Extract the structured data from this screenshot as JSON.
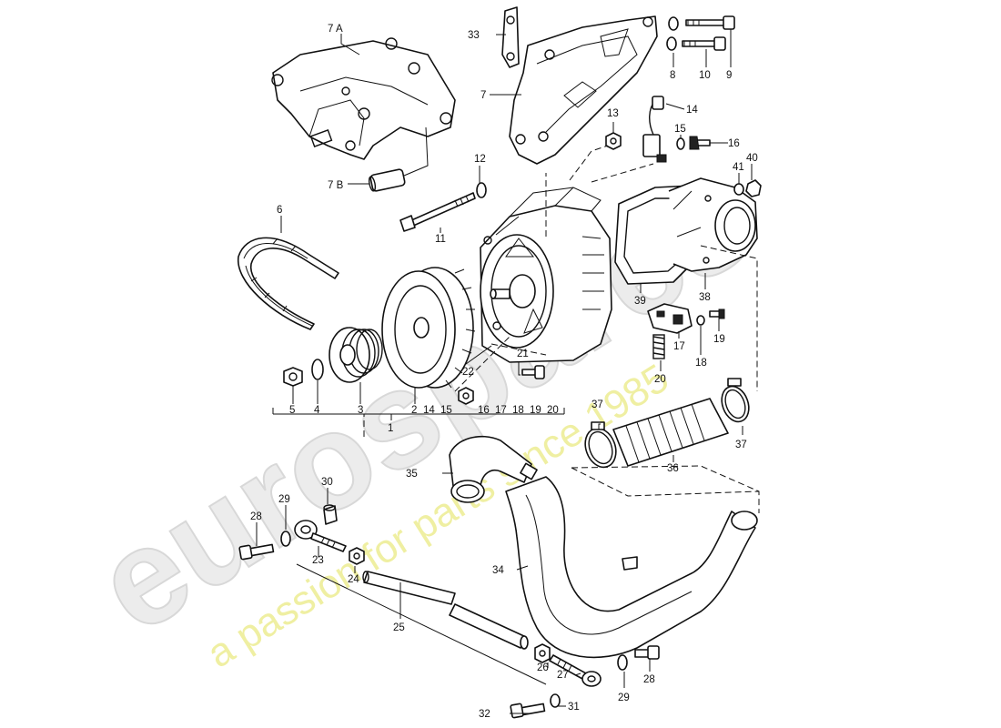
{
  "watermark": {
    "brand": "eurospares",
    "tagline": "a passion for parts since 1985"
  },
  "labels": {
    "l7a": "7 A",
    "l7b": "7 B",
    "l7": "7",
    "l8": "8",
    "l9": "9",
    "l10": "10",
    "l33": "33",
    "l13": "13",
    "l14": "14",
    "l15": "15",
    "l16": "16",
    "l12": "12",
    "l11": "11",
    "l6": "6",
    "l41": "41",
    "l40": "40",
    "l39": "39",
    "l38": "38",
    "l17r": "17",
    "l18r": "18",
    "l19r": "19",
    "l20r": "20",
    "l21": "21",
    "l22": "22",
    "b5": "5",
    "b4": "4",
    "b3": "3",
    "b2": "2",
    "b14": "14",
    "b15": "15",
    "b16": "16",
    "b17": "17",
    "b18": "18",
    "b19": "19",
    "b20": "20",
    "l1": "1",
    "l37a": "37",
    "l37b": "37",
    "l36": "36",
    "l35": "35",
    "l30": "30",
    "l29a": "29",
    "l28a": "28",
    "l23": "23",
    "l24": "24",
    "l25": "25",
    "l34": "34",
    "l26": "26",
    "l27": "27",
    "l29b": "29",
    "l28b": "28",
    "l32": "32",
    "l31": "31"
  }
}
